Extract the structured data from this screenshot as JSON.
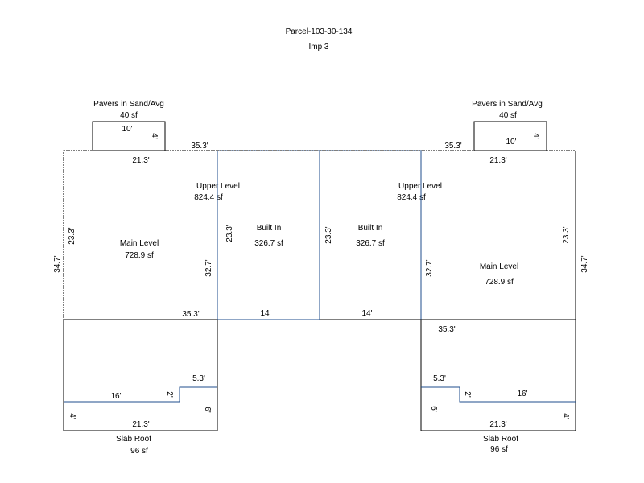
{
  "header": {
    "parcel": "Parcel-103-30-134",
    "imp": "Imp 3"
  },
  "colors": {
    "line": "#000000",
    "blue_line": "#1f4e8c"
  },
  "areas": {
    "pavers_left": {
      "name": "Pavers in Sand/Avg",
      "area": "40 sf"
    },
    "pavers_right": {
      "name": "Pavers in Sand/Avg",
      "area": "40 sf"
    },
    "main_left": {
      "name": "Main Level",
      "area": "728.9 sf"
    },
    "main_right": {
      "name": "Main Level",
      "area": "728.9 sf"
    },
    "upper_left": {
      "name": "Upper Level",
      "area": "824.4 sf"
    },
    "upper_right": {
      "name": "Upper Level",
      "area": "824.4 sf"
    },
    "builtin_left": {
      "name": "Built In",
      "area": "326.7 sf"
    },
    "builtin_right": {
      "name": "Built In",
      "area": "326.7 sf"
    },
    "slab_left": {
      "name": "Slab Roof",
      "area": "96 sf"
    },
    "slab_right": {
      "name": "Slab Roof",
      "area": "96 sf"
    }
  },
  "dimensions": {
    "pavers_width_left": "10'",
    "pavers_depth_left": "4'",
    "pavers_width_right": "10'",
    "pavers_depth_right": "4'",
    "top_left_35": "35.3'",
    "top_right_35": "35.3'",
    "top_left_21": "21.3'",
    "top_right_21": "21.3'",
    "left_side_23": "23.3'",
    "right_side_23": "23.3'",
    "outer_left_34": "34.7'",
    "outer_right_34": "34.7'",
    "inner_left_32": "32.7'",
    "inner_right_32": "32.7'",
    "builtin_left_23": "23.3'",
    "builtin_right_23": "23.3'",
    "bottom_left_35": "35.3'",
    "bottom_right_35": "35.3'",
    "builtin_left_14": "14'",
    "builtin_right_14": "14'",
    "slab_left_5": "5.3'",
    "slab_right_5": "5.3'",
    "slab_left_16": "16'",
    "slab_right_16": "16'",
    "slab_left_2": "2'",
    "slab_right_2": "2'",
    "slab_left_4": "4'",
    "slab_right_4": "4'",
    "slab_left_6": "6'",
    "slab_right_6": "6'",
    "slab_left_21": "21.3'",
    "slab_right_21": "21.3'"
  }
}
